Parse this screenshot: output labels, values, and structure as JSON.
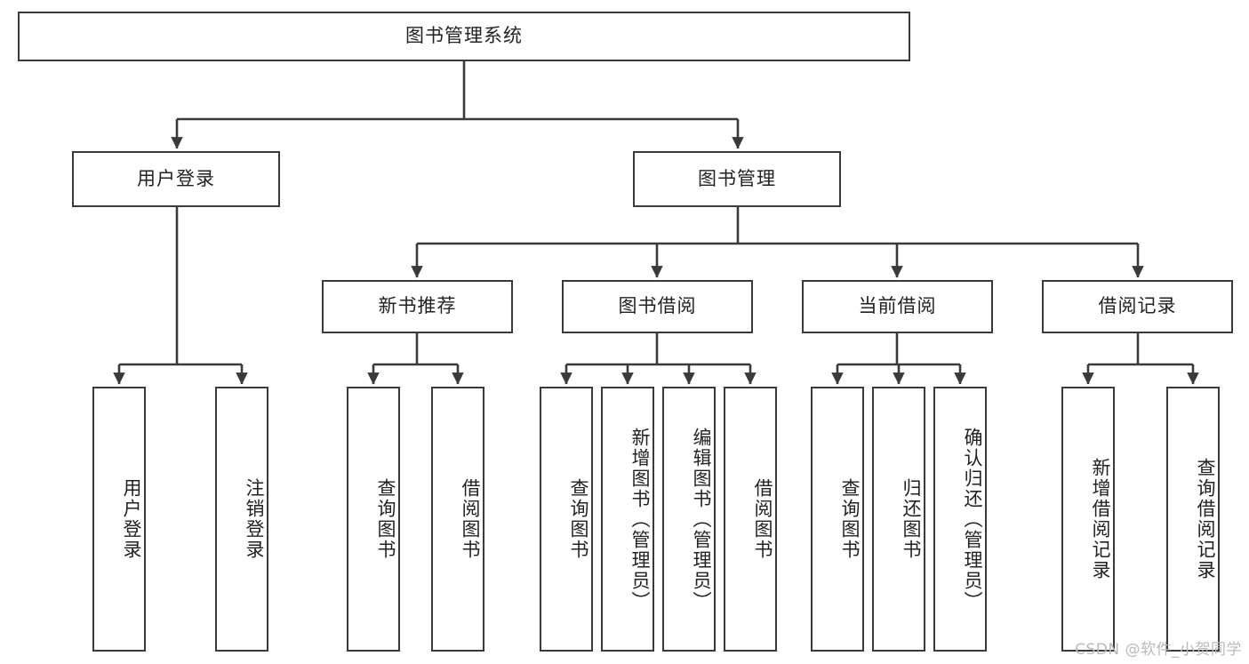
{
  "diagram": {
    "title": "图书管理系统",
    "type": "tree",
    "watermark": "CSDN @软件_小贺同学",
    "colors": {
      "stroke": "#3a3a3a",
      "fill": "#ffffff",
      "text": "#222222",
      "watermark": "#b9b9b9"
    },
    "nodes": {
      "root": {
        "label": "图书管理系统"
      },
      "level2": [
        {
          "id": "user-login",
          "label": "用户登录"
        },
        {
          "id": "book-manage",
          "label": "图书管理"
        }
      ],
      "level3": [
        {
          "id": "new-book-recommend",
          "label": "新书推荐"
        },
        {
          "id": "book-borrow",
          "label": "图书借阅"
        },
        {
          "id": "current-borrow",
          "label": "当前借阅"
        },
        {
          "id": "borrow-record",
          "label": "借阅记录"
        }
      ],
      "leaves": [
        {
          "id": "leaf-user-login",
          "label": "用户登录",
          "parent": "user-login"
        },
        {
          "id": "leaf-logout-login",
          "label": "注销登录",
          "parent": "user-login"
        },
        {
          "id": "leaf-query-book-1",
          "label": "查询图书",
          "parent": "new-book-recommend"
        },
        {
          "id": "leaf-borrow-book-1",
          "label": "借阅图书",
          "parent": "new-book-recommend"
        },
        {
          "id": "leaf-query-book-2",
          "label": "查询图书",
          "parent": "book-borrow"
        },
        {
          "id": "leaf-add-book",
          "label": "新增图书（管理员）",
          "parent": "book-borrow"
        },
        {
          "id": "leaf-edit-book",
          "label": "编辑图书（管理员）",
          "parent": "book-borrow"
        },
        {
          "id": "leaf-borrow-book-2",
          "label": "借阅图书",
          "parent": "book-borrow"
        },
        {
          "id": "leaf-query-book-3",
          "label": "查询图书",
          "parent": "current-borrow"
        },
        {
          "id": "leaf-return-book",
          "label": "归还图书",
          "parent": "current-borrow"
        },
        {
          "id": "leaf-confirm-return",
          "label": "确认归还（管理员）",
          "parent": "current-borrow"
        },
        {
          "id": "leaf-add-record",
          "label": "新增借阅记录",
          "parent": "borrow-record"
        },
        {
          "id": "leaf-query-record",
          "label": "查询借阅记录",
          "parent": "borrow-record"
        }
      ]
    }
  }
}
